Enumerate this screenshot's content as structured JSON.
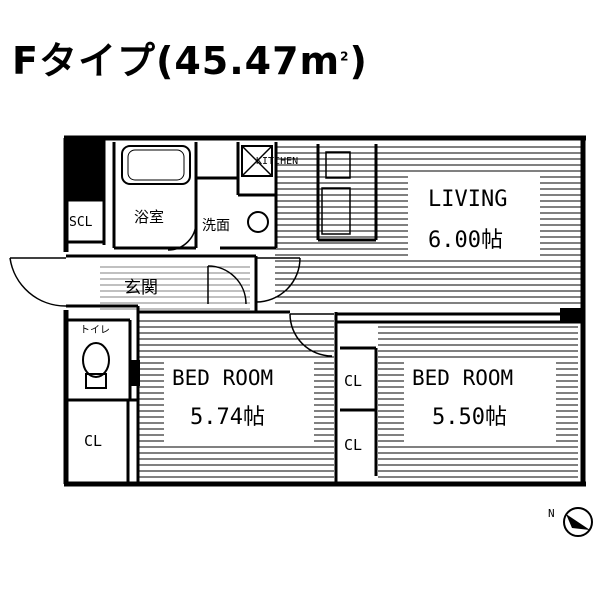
{
  "title": {
    "prefix": "Fタイプ(45.47m",
    "sup": "2",
    "suffix": ")"
  },
  "rooms": {
    "living": {
      "name": "LIVING",
      "size": "6.00帖"
    },
    "bedroom_left": {
      "name": "BED ROOM",
      "size": "5.74帖"
    },
    "bedroom_right": {
      "name": "BED ROOM",
      "size": "5.50帖"
    },
    "bath": "浴室",
    "washroom": "洗面",
    "entrance": "玄関",
    "toilet": "トイレ",
    "kitchen": "KITCHEN",
    "shoe_closet": "SCL",
    "closet_left": "CL",
    "closet_mid_top": "CL",
    "closet_mid_bottom": "CL"
  },
  "compass": {
    "label": "N"
  },
  "colors": {
    "ink": "#000000",
    "paper": "#ffffff"
  }
}
